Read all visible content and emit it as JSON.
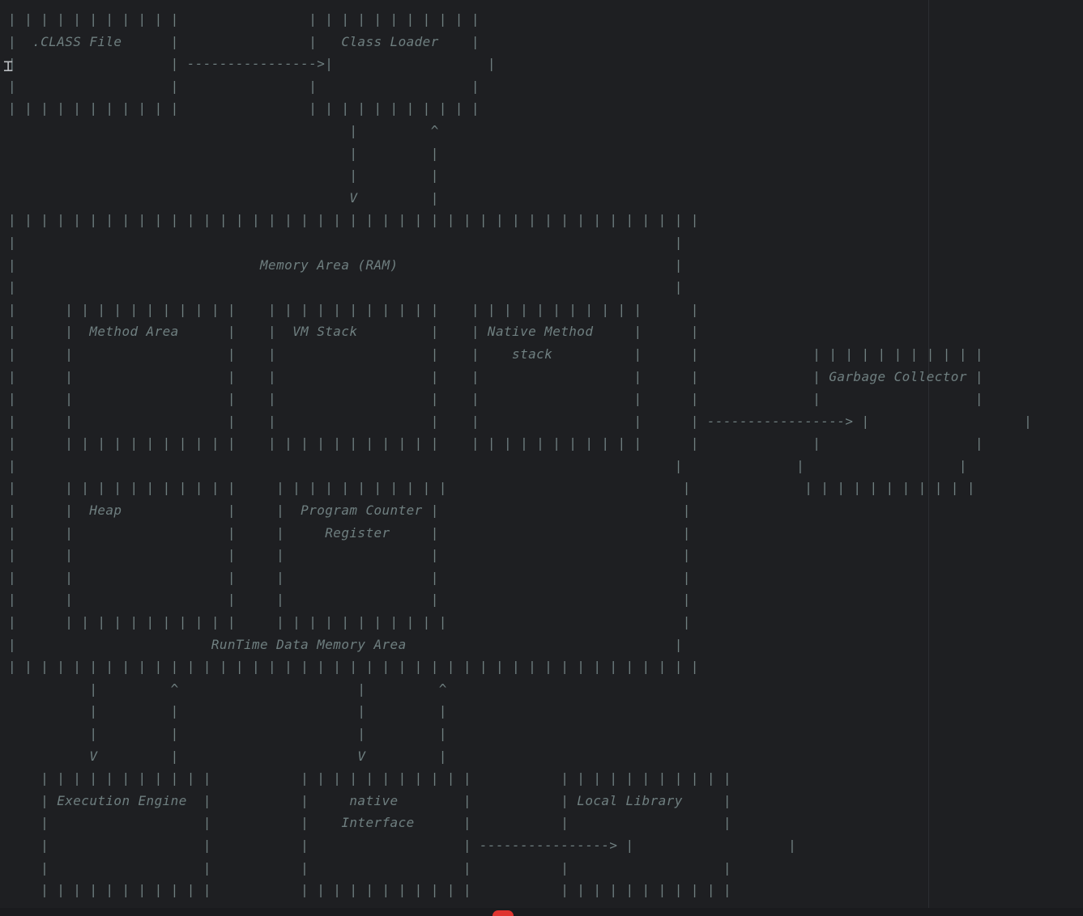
{
  "editor": {
    "ascii_lines": [
      "| | | | | | | | | | |                | | | | | | | | | | |",
      "|  .CLASS File      |                |   Class Loader    |",
      "|                   | ---------------->|                   |",
      "|                   |                |                   |",
      "| | | | | | | | | | |                | | | | | | | | | | |",
      "                                          |         ^",
      "                                          |         |",
      "                                          |         |",
      "                                          V         |",
      "| | | | | | | | | | | | | | | | | | | | | | | | | | | | | | | | | | | | | | | | | | |",
      "|                                                                                 |",
      "|                              Memory Area (RAM)                                  |",
      "|                                                                                 |",
      "|      | | | | | | | | | | |    | | | | | | | | | | |    | | | | | | | | | | |      |",
      "|      |  Method Area      |    |  VM Stack         |    | Native Method     |      |",
      "|      |                   |    |                   |    |    stack          |      |              | | | | | | | | | | |",
      "|      |                   |    |                   |    |                   |      |              | Garbage Collector |",
      "|      |                   |    |                   |    |                   |      |              |                   |",
      "|      |                   |    |                   |    |                   |      | -----------------> |                   |",
      "|      | | | | | | | | | | |    | | | | | | | | | | |    | | | | | | | | | | |      |              |                   |",
      "|                                                                                 |              |                   |",
      "|      | | | | | | | | | | |     | | | | | | | | | | |                             |              | | | | | | | | | | |",
      "|      |  Heap             |     |  Program Counter |                              |",
      "|      |                   |     |     Register     |                              |",
      "|      |                   |     |                  |                              |",
      "|      |                   |     |                  |                              |",
      "|      |                   |     |                  |                              |",
      "|      | | | | | | | | | | |     | | | | | | | | | | |                             |",
      "|                        RunTime Data Memory Area                                 |",
      "| | | | | | | | | | | | | | | | | | | | | | | | | | | | | | | | | | | | | | | | | | |",
      "          |         ^                      |         ^",
      "          |         |                      |         |",
      "          |         |                      |         |",
      "          V         |                      V         |",
      "    | | | | | | | | | | |           | | | | | | | | | | |           | | | | | | | | | | |",
      "    | Execution Engine  |           |     native        |           | Local Library     |",
      "    |                   |           |    Interface      |           |                   |",
      "    |                   |           |                   | ----------------> |                   |",
      "    |                   |           |                   |           |                   |",
      "    | | | | | | | | | | |           | | | | | | | | | | |           | | | | | | | | | | |"
    ]
  }
}
